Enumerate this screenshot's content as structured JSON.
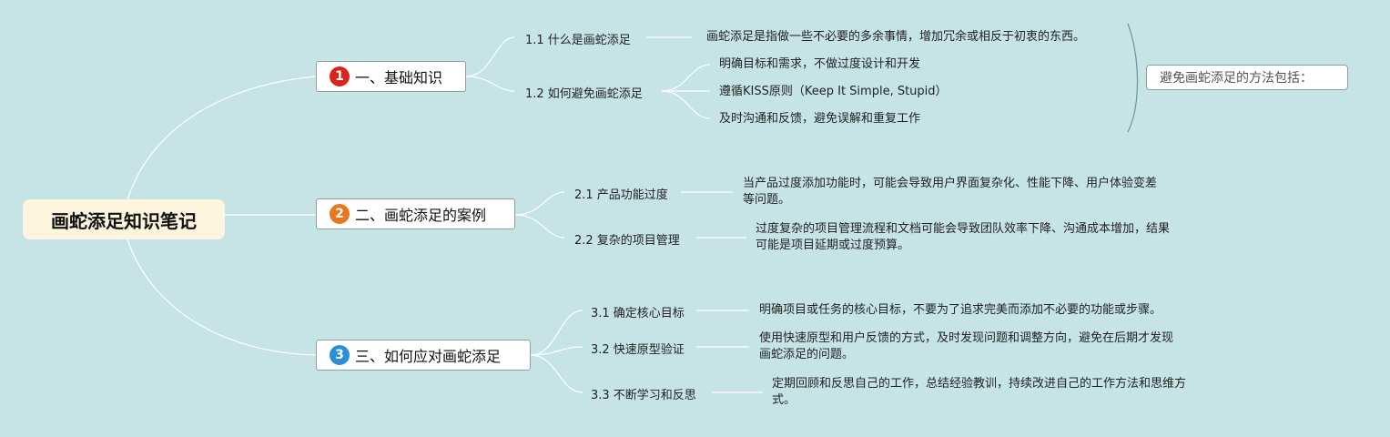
{
  "root": {
    "title": "画蛇添足知识笔记"
  },
  "branches": [
    {
      "number": "1",
      "badge_color": "#d9251c",
      "label": "一、基础知识",
      "children": [
        {
          "label": "1.1 什么是画蛇添足",
          "notes": [
            "画蛇添足是指做一些不必要的多余事情，增加冗余或相反于初衷的东西。"
          ]
        },
        {
          "label": "1.2 如何避免画蛇添足",
          "notes": [
            "明确目标和需求，不做过度设计和开发",
            "遵循KISS原则（Keep It Simple, Stupid）",
            "及时沟通和反馈，避免误解和重复工作"
          ]
        }
      ]
    },
    {
      "number": "2",
      "badge_color": "#e8781e",
      "label": "二、画蛇添足的案例",
      "children": [
        {
          "label": "2.1 产品功能过度",
          "notes": [
            "当产品过度添加功能时，可能会导致用户界面复杂化、性能下降、用户体验变差",
            "等问题。"
          ]
        },
        {
          "label": "2.2 复杂的项目管理",
          "notes": [
            "过度复杂的项目管理流程和文档可能会导致团队效率下降、沟通成本增加，结果",
            "可能是项目延期或过度预算。"
          ]
        }
      ]
    },
    {
      "number": "3",
      "badge_color": "#2a8fd6",
      "label": "三、如何应对画蛇添足",
      "children": [
        {
          "label": "3.1 确定核心目标",
          "notes": [
            "明确项目或任务的核心目标，不要为了追求完美而添加不必要的功能或步骤。"
          ]
        },
        {
          "label": "3.2 快速原型验证",
          "notes": [
            "使用快速原型和用户反馈的方式，及时发现问题和调整方向，避免在后期才发现",
            "画蛇添足的问题。"
          ]
        },
        {
          "label": "3.3 不断学习和反思",
          "notes": [
            "定期回顾和反思自己的工作，总结经验教训，持续改进自己的工作方法和思维方",
            "式。"
          ]
        }
      ]
    }
  ],
  "summary": {
    "label": "避免画蛇添足的方法包括："
  },
  "colors": {
    "background": "#c6e4e6",
    "line": "#ffffff",
    "bracket": "#6e9496"
  }
}
